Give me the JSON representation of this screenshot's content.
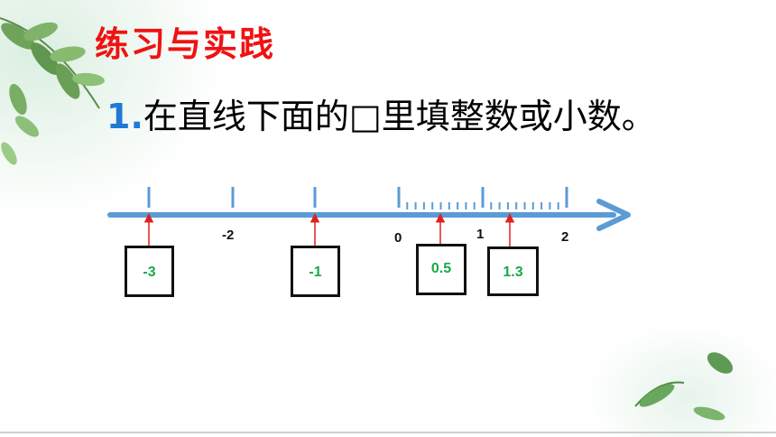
{
  "slide": {
    "section_title": "练习与实践",
    "question_number": "1.",
    "question_text": "在直线下面的□里填整数或小数。"
  },
  "number_line": {
    "tick_labels": [
      "-2",
      "0",
      "1",
      "2"
    ],
    "answers": [
      "-3",
      "-1",
      "0.5",
      "1.3"
    ]
  },
  "colors": {
    "title": "#f01212",
    "question_number": "#1f7ad6",
    "axis": "#5b9bd5",
    "answer_text": "#1aa84a",
    "pointer_arrow": "#e02020"
  }
}
